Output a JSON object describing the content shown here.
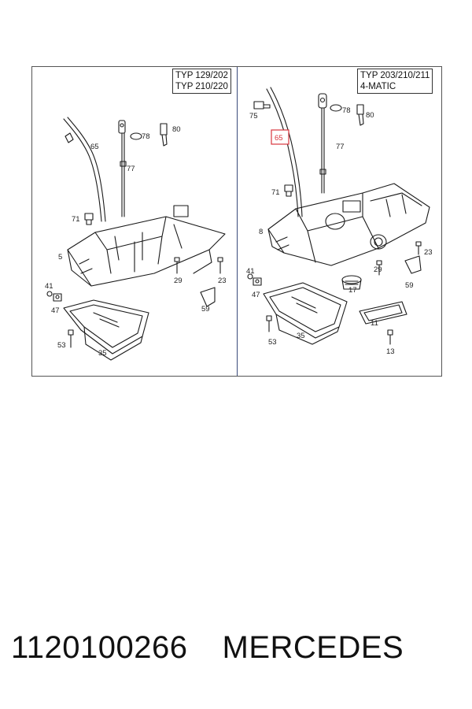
{
  "diagram": {
    "left_panel": {
      "type_lines": [
        "TYP 129/202",
        "TYP 210/220"
      ],
      "callouts": [
        "65",
        "78",
        "80",
        "77",
        "71",
        "5",
        "29",
        "23",
        "41",
        "47",
        "59",
        "53",
        "35"
      ]
    },
    "right_panel": {
      "type_lines": [
        "TYP 203/210/211",
        "4-MATIC"
      ],
      "callouts": [
        "75",
        "78",
        "80",
        "65",
        "77",
        "71",
        "8",
        "23",
        "41",
        "47",
        "17",
        "29",
        "59",
        "53",
        "35",
        "11",
        "13"
      ],
      "highlighted_callout": "65"
    },
    "colors": {
      "highlight": "#d9363e",
      "line": "#1a1a1a",
      "frame": "#555555"
    }
  },
  "caption": {
    "part_number": "1120100266",
    "brand": "MERCEDES"
  }
}
